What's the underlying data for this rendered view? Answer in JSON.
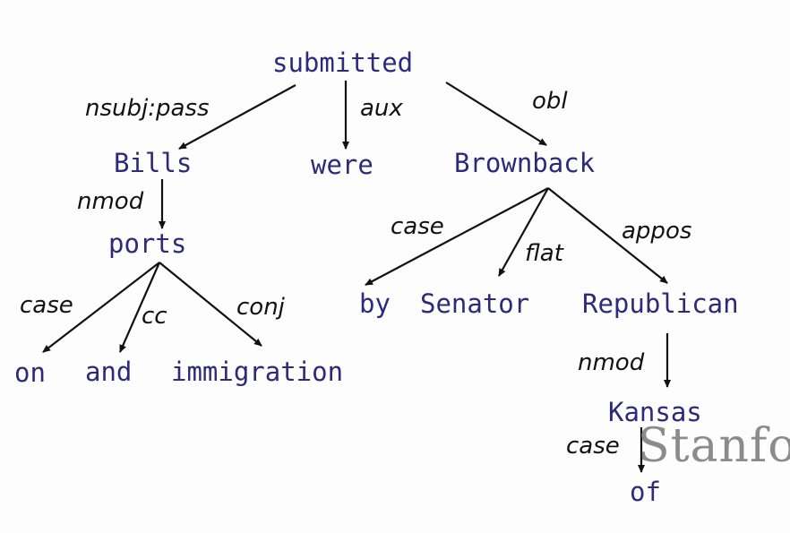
{
  "words": {
    "submitted": "submitted",
    "bills": "Bills",
    "were": "were",
    "brownback": "Brownback",
    "ports": "ports",
    "on": "on",
    "and": "and",
    "immigration": "immigration",
    "by": "by",
    "senator": "Senator",
    "republican": "Republican",
    "kansas": "Kansas",
    "of": "of"
  },
  "relations": {
    "nsubj_pass": "nsubj:pass",
    "aux": "aux",
    "obl": "obl",
    "nmod_ports": "nmod",
    "case_by": "case",
    "flat": "flat",
    "appos": "appos",
    "case_on": "case",
    "cc": "cc",
    "conj": "conj",
    "nmod_kansas": "nmod",
    "case_of": "case"
  },
  "watermark": "Stanfo",
  "colors": {
    "word": "#2d2a7a",
    "relation": "#111111",
    "edge": "#111111",
    "watermark": "#8b8b8b"
  }
}
